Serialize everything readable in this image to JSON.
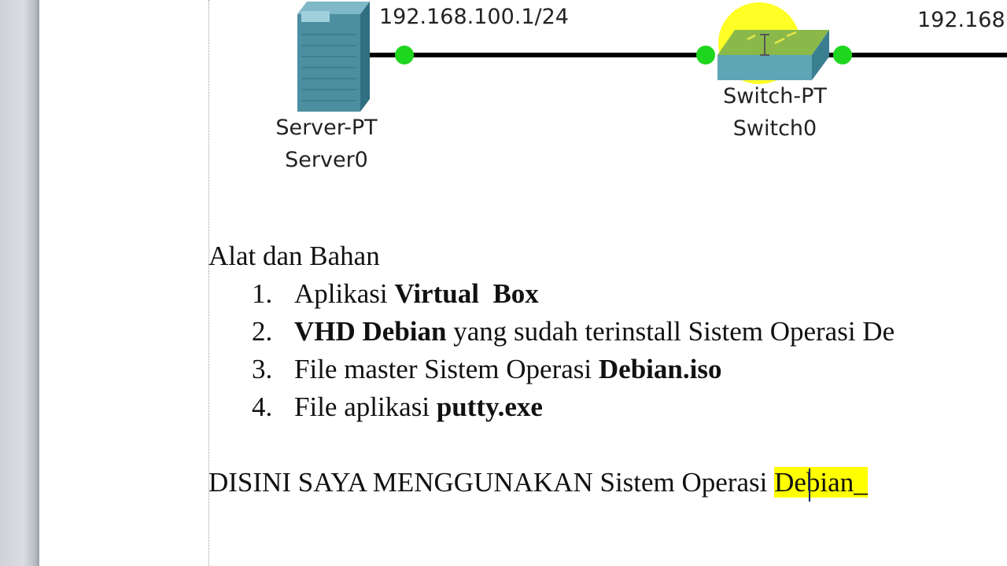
{
  "diagram": {
    "link_left_ip": "192.168.100.1/24",
    "link_right_ip": "192.168",
    "server": {
      "model": "Server-PT",
      "name": "Server0"
    },
    "switch": {
      "model": "Switch-PT",
      "name": "Switch0"
    },
    "colors": {
      "link": "#000000",
      "port_up": "#1fd61f",
      "cursor_highlight": "#ffff00",
      "device": "#4b8fa0"
    }
  },
  "document": {
    "heading": "Alat dan Bahan",
    "items": [
      {
        "num": "1.",
        "parts": [
          "Aplikasi ",
          "Virtual  Box",
          ""
        ]
      },
      {
        "num": "2.",
        "parts": [
          "",
          "VHD Debian",
          " yang sudah terinstall Sistem Operasi De"
        ]
      },
      {
        "num": "3.",
        "parts": [
          "File master Sistem Operasi ",
          "Debian.iso",
          ""
        ]
      },
      {
        "num": "4.",
        "parts": [
          "File aplikasi ",
          "putty.exe",
          ""
        ]
      }
    ],
    "note": {
      "text": "DISINI SAYA MENGGUNAKAN Sistem Operasi ",
      "highlight": "Debian_"
    }
  }
}
